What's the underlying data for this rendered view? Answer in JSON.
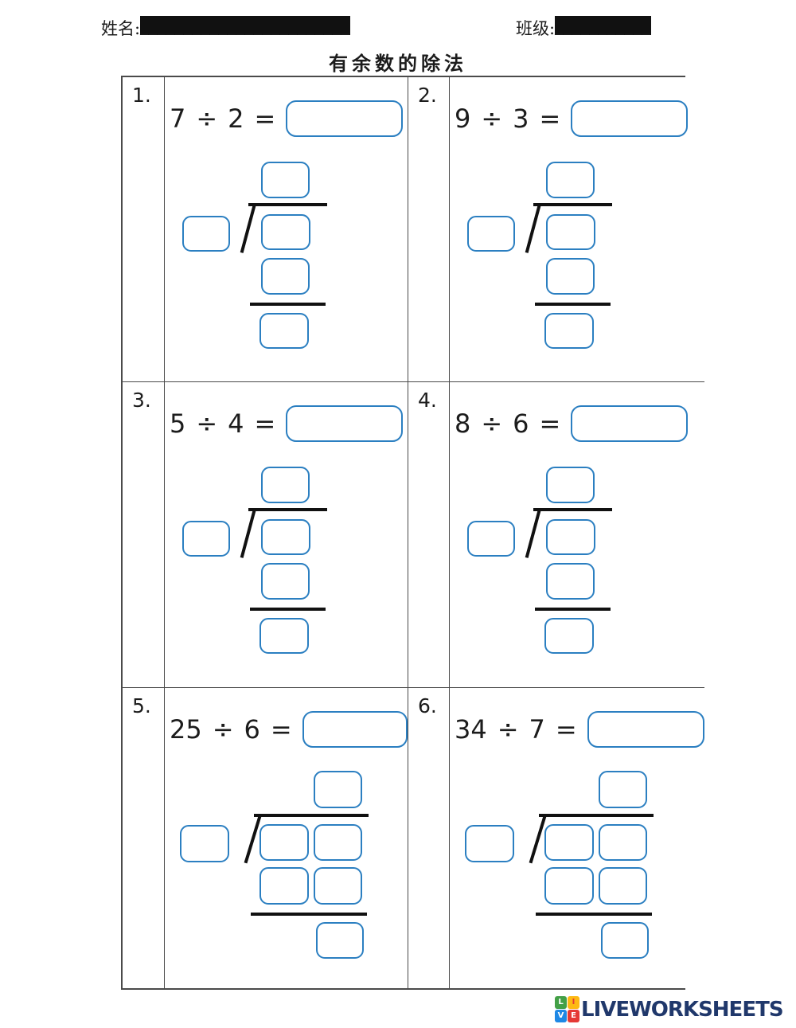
{
  "header": {
    "name_label": "姓名:",
    "name_line": "________________________",
    "class_label": "班级:",
    "class_line": "___________"
  },
  "title": "有余数的除法",
  "symbols": {
    "divide": "÷",
    "equals": "="
  },
  "problems": [
    {
      "number": "1.",
      "dividend": "7",
      "divisor": "2",
      "layout": "single-digit"
    },
    {
      "number": "2.",
      "dividend": "9",
      "divisor": "3",
      "layout": "single-digit"
    },
    {
      "number": "3.",
      "dividend": "5",
      "divisor": "4",
      "layout": "single-digit"
    },
    {
      "number": "4.",
      "dividend": "8",
      "divisor": "6",
      "layout": "single-digit"
    },
    {
      "number": "5.",
      "dividend": "25",
      "divisor": "6",
      "layout": "two-digit"
    },
    {
      "number": "6.",
      "dividend": "34",
      "divisor": "7",
      "layout": "two-digit"
    }
  ],
  "colors": {
    "input_border_blue": "#2b7fc1",
    "division_line_black": "#111111",
    "table_border_gray": "#4a4a4a",
    "logo_text_navy": "#20386b"
  },
  "footer": {
    "logo_text": "LIVEWORKSHEETS",
    "tiles": [
      {
        "letter": "L",
        "bg": "#43a047",
        "fg": "#ffffff"
      },
      {
        "letter": "I",
        "bg": "#fdb913",
        "fg": "#e53935"
      },
      {
        "letter": "V",
        "bg": "#1e88e5",
        "fg": "#ffffff"
      },
      {
        "letter": "E",
        "bg": "#e53935",
        "fg": "#ffffff"
      }
    ]
  }
}
